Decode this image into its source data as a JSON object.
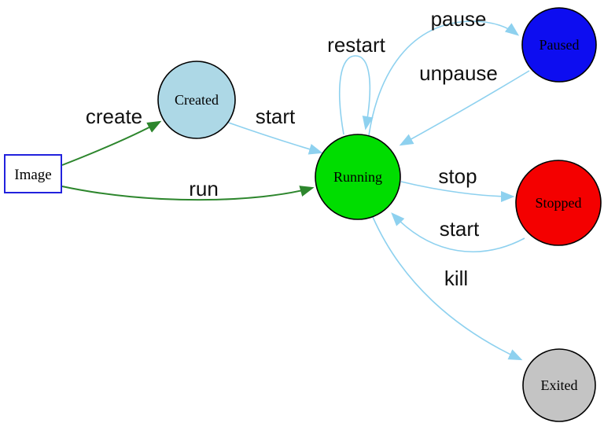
{
  "diagram": {
    "kind": "state-diagram",
    "description": "Container lifecycle state diagram",
    "colors": {
      "background": "#ffffff",
      "transition_primary": "#8ed1ef",
      "transition_secondary": "#2d862d",
      "node_border": "#000000"
    },
    "nodes": {
      "image": {
        "label": "Image",
        "shape": "rectangle",
        "fill": "#ffffff",
        "border": "#2222dd"
      },
      "created": {
        "label": "Created",
        "shape": "circle",
        "fill": "#add8e6",
        "border": "#000000"
      },
      "running": {
        "label": "Running",
        "shape": "circle",
        "fill": "#00dd00",
        "border": "#000000"
      },
      "paused": {
        "label": "Paused",
        "shape": "circle",
        "fill": "#0d0df0",
        "border": "#000000"
      },
      "stopped": {
        "label": "Stopped",
        "shape": "circle",
        "fill": "#f40000",
        "border": "#000000"
      },
      "exited": {
        "label": "Exited",
        "shape": "circle",
        "fill": "#c4c4c4",
        "border": "#000000"
      }
    },
    "edges": {
      "create": {
        "label": "create",
        "from": "Image",
        "to": "Created",
        "color": "#2d862d"
      },
      "run": {
        "label": "run",
        "from": "Image",
        "to": "Running",
        "color": "#2d862d"
      },
      "start_created": {
        "label": "start",
        "from": "Created",
        "to": "Running",
        "color": "#8ed1ef"
      },
      "restart": {
        "label": "restart",
        "from": "Running",
        "to": "Running",
        "color": "#8ed1ef"
      },
      "pause": {
        "label": "pause",
        "from": "Running",
        "to": "Paused",
        "color": "#8ed1ef"
      },
      "unpause": {
        "label": "unpause",
        "from": "Paused",
        "to": "Running",
        "color": "#8ed1ef"
      },
      "stop": {
        "label": "stop",
        "from": "Running",
        "to": "Stopped",
        "color": "#8ed1ef"
      },
      "start_stopped": {
        "label": "start",
        "from": "Stopped",
        "to": "Running",
        "color": "#8ed1ef"
      },
      "kill": {
        "label": "kill",
        "from": "Running",
        "to": "Exited",
        "color": "#8ed1ef"
      }
    }
  }
}
